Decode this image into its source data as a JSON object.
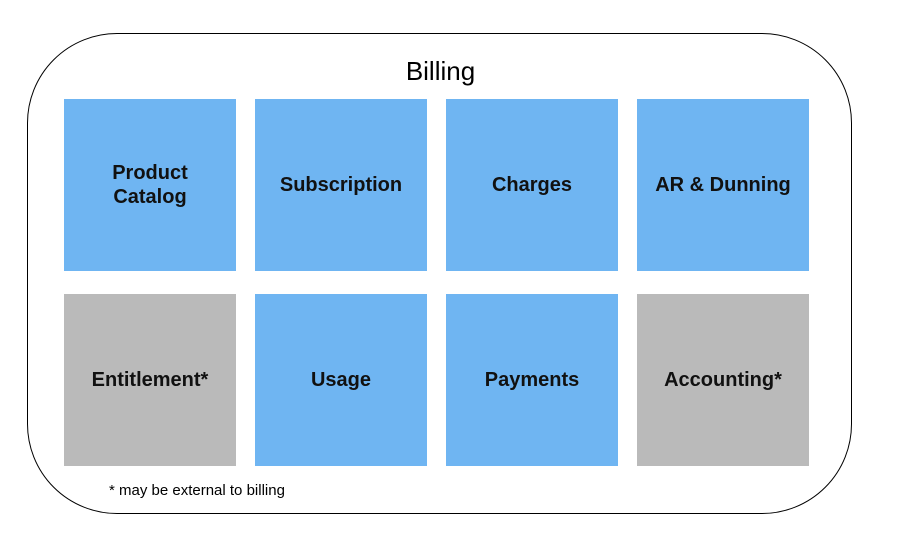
{
  "diagram": {
    "title": "Billing",
    "tiles": [
      {
        "label": "Product\nCatalog",
        "fill": "#6fb5f2"
      },
      {
        "label": "Subscription",
        "fill": "#6fb5f2"
      },
      {
        "label": "Charges",
        "fill": "#6fb5f2"
      },
      {
        "label": "AR & Dunning",
        "fill": "#6fb5f2"
      },
      {
        "label": "Entitlement*",
        "fill": "#bababa"
      },
      {
        "label": "Usage",
        "fill": "#6fb5f2"
      },
      {
        "label": "Payments",
        "fill": "#6fb5f2"
      },
      {
        "label": "Accounting*",
        "fill": "#bababa"
      }
    ],
    "footnote": "* may be external to billing"
  }
}
